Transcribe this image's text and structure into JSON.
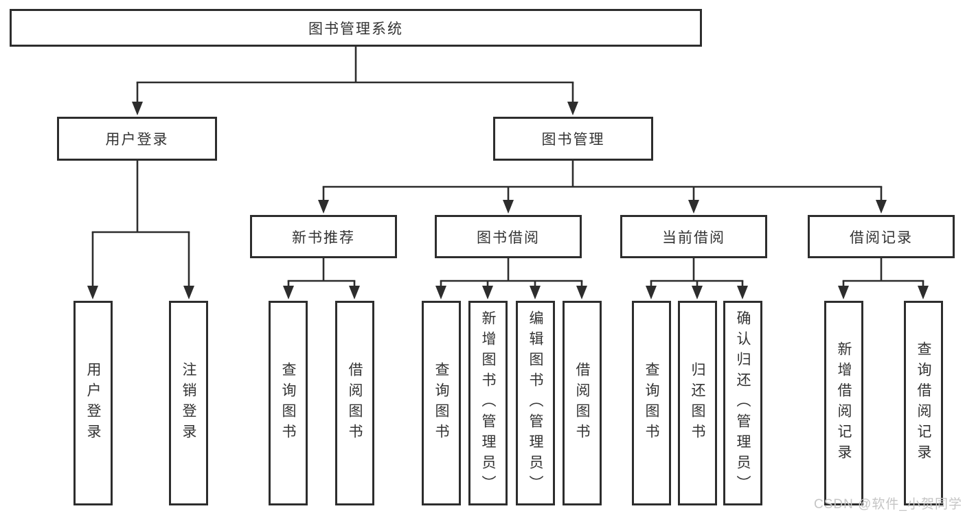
{
  "tree": {
    "root": "图书管理系统",
    "user_login": {
      "label": "用户登录",
      "children": [
        "用户登录",
        "注销登录"
      ]
    },
    "book_mgmt": {
      "label": "图书管理",
      "sections": [
        {
          "label": "新书推荐",
          "children": [
            "查询图书",
            "借阅图书"
          ]
        },
        {
          "label": "图书借阅",
          "children": [
            "查询图书",
            "新增图书（管理员）",
            "编辑图书（管理员）",
            "借阅图书"
          ]
        },
        {
          "label": "当前借阅",
          "children": [
            "查询图书",
            "归还图书",
            "确认归还（管理员）"
          ]
        },
        {
          "label": "借阅记录",
          "children": [
            "新增借阅记录",
            "查询借阅记录"
          ]
        }
      ]
    }
  },
  "watermark": {
    "text": "CSDN @软件_小贺同学"
  },
  "colors": {
    "line": "#2d2d2d",
    "text": "#333333",
    "background": "#ffffff",
    "watermark": "#c5c5c5"
  }
}
